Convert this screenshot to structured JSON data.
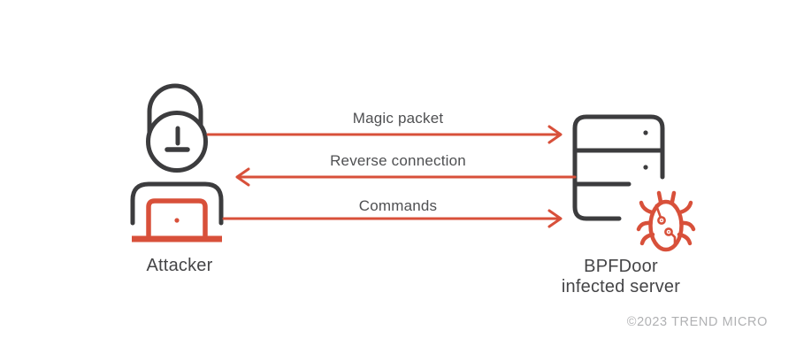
{
  "diagram": {
    "nodes": {
      "attacker": {
        "label": "Attacker",
        "icons": [
          "hooded-person-icon",
          "laptop-icon"
        ]
      },
      "server": {
        "label_line1": "BPFDoor",
        "label_line2": "infected server",
        "icons": [
          "server-icon",
          "malware-bug-icon"
        ]
      }
    },
    "flows": [
      {
        "label": "Magic packet",
        "direction": "left-to-right",
        "from": "attacker",
        "to": "server"
      },
      {
        "label": "Reverse connection",
        "direction": "right-to-left",
        "from": "server",
        "to": "attacker"
      },
      {
        "label": "Commands",
        "direction": "left-to-right",
        "from": "attacker",
        "to": "server"
      }
    ],
    "footer": {
      "copyright": "©2023 TREND MICRO"
    },
    "colors": {
      "accent_orange": "#d8503a",
      "icon_ink": "#3c3c3e",
      "label_text": "#4f5052",
      "copyright_gray": "#b0b1b3",
      "background": "#ffffff"
    }
  }
}
